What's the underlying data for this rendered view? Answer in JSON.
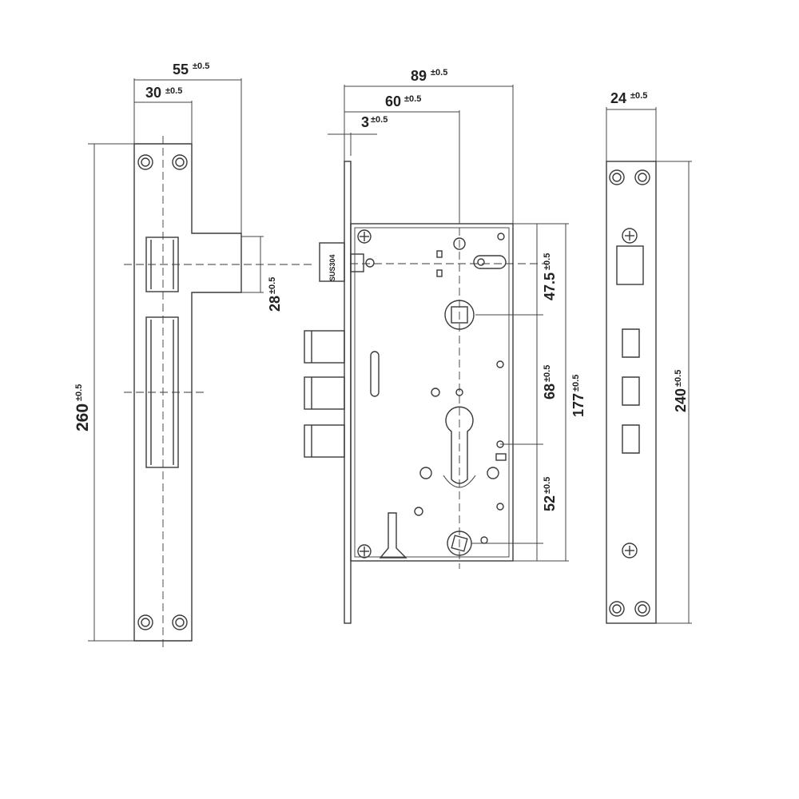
{
  "diagram": {
    "strike_plate": {
      "width": "55",
      "tongue_offset": "30",
      "lip": "28",
      "height": "260",
      "tolerance": "±0.5"
    },
    "lock_body": {
      "depth": "89",
      "backset": "60",
      "faceplate": "3",
      "top_to_handle": "47.5",
      "handle_to_cylinder": "68",
      "cylinder_to_bottom": "52",
      "case_height": "177",
      "tolerance": "±0.5",
      "marking": "SUS304"
    },
    "faceplate_side": {
      "width": "24",
      "height": "240",
      "tolerance": "±0.5"
    }
  }
}
